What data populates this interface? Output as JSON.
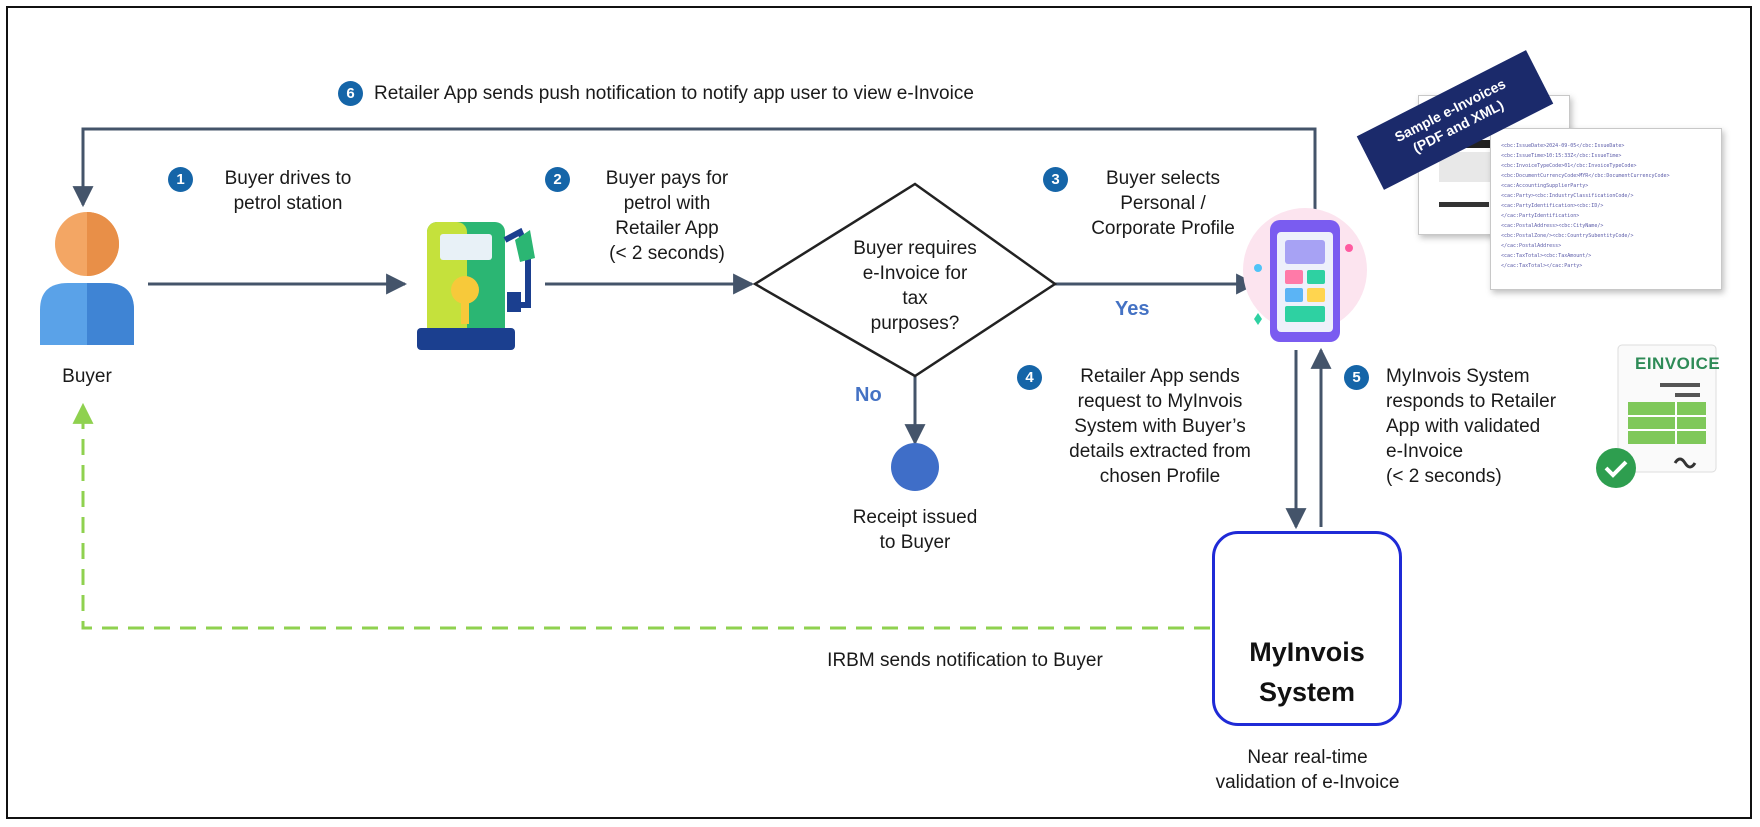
{
  "steps": {
    "s1": {
      "num": "1",
      "text_l1": "Buyer drives to",
      "text_l2": "petrol station"
    },
    "s2": {
      "num": "2",
      "text_l1": "Buyer pays for",
      "text_l2": "petrol with",
      "text_l3": "Retailer App",
      "text_l4": "(< 2 seconds)"
    },
    "s3": {
      "num": "3",
      "text_l1": "Buyer selects",
      "text_l2": "Personal /",
      "text_l3": "Corporate Profile"
    },
    "s4": {
      "num": "4",
      "text_l1": "Retailer App sends",
      "text_l2": "request to MyInvois",
      "text_l3": "System with Buyer’s",
      "text_l4": "details extracted from",
      "text_l5": "chosen Profile"
    },
    "s5": {
      "num": "5",
      "text_l1": "MyInvois System",
      "text_l2": "responds to Retailer",
      "text_l3": "App with validated",
      "text_l4": "e-Invoice",
      "text_l5": "(< 2 seconds)"
    },
    "s6": {
      "num": "6",
      "text": "Retailer App sends push notification to notify app user to view e-Invoice"
    }
  },
  "buyer_label": "Buyer",
  "decision": {
    "l1": "Buyer requires",
    "l2": "e-Invoice for",
    "l3": "tax",
    "l4": "purposes?"
  },
  "yes_label": "Yes",
  "no_label": "No",
  "receipt": {
    "l1": "Receipt issued",
    "l2": "to Buyer"
  },
  "irbm_notification": "IRBM sends notification to Buyer",
  "myinvois": {
    "l1": "MyInvois",
    "l2": "System",
    "caption_l1": "Near real-time",
    "caption_l2": "validation of e-Invoice"
  },
  "sample_ribbon": {
    "l1": "Sample e-Invoices",
    "l2": "(PDF and XML)"
  },
  "einvoice_badge": "EINVOICE",
  "colors": {
    "step_circle": "#1565a8",
    "myinvois_border": "#1f2ad6",
    "dashed_arrow": "#8fd14f",
    "yes_no": "#4472c4",
    "arrow": "#44546a"
  }
}
